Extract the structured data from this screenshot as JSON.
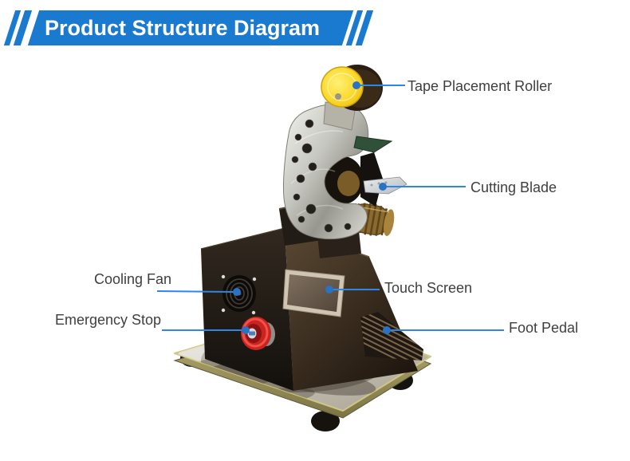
{
  "header": {
    "title": "Product Structure Diagram",
    "banner_color": "#1a7ad0",
    "title_color": "#ffffff"
  },
  "diagram": {
    "subject": "tape placement machine product structure",
    "leader_line_color": "#2f86e8",
    "label_text_color": "#3f3f3f",
    "labels": [
      {
        "id": "tape-placement-roller",
        "text": "Tape Placement Roller"
      },
      {
        "id": "cutting-blade",
        "text": "Cutting Blade"
      },
      {
        "id": "touch-screen",
        "text": "Touch Screen"
      },
      {
        "id": "foot-pedal",
        "text": "Foot Pedal"
      },
      {
        "id": "cooling-fan",
        "text": "Cooling Fan"
      },
      {
        "id": "emergency-stop",
        "text": "Emergency Stop"
      }
    ]
  }
}
